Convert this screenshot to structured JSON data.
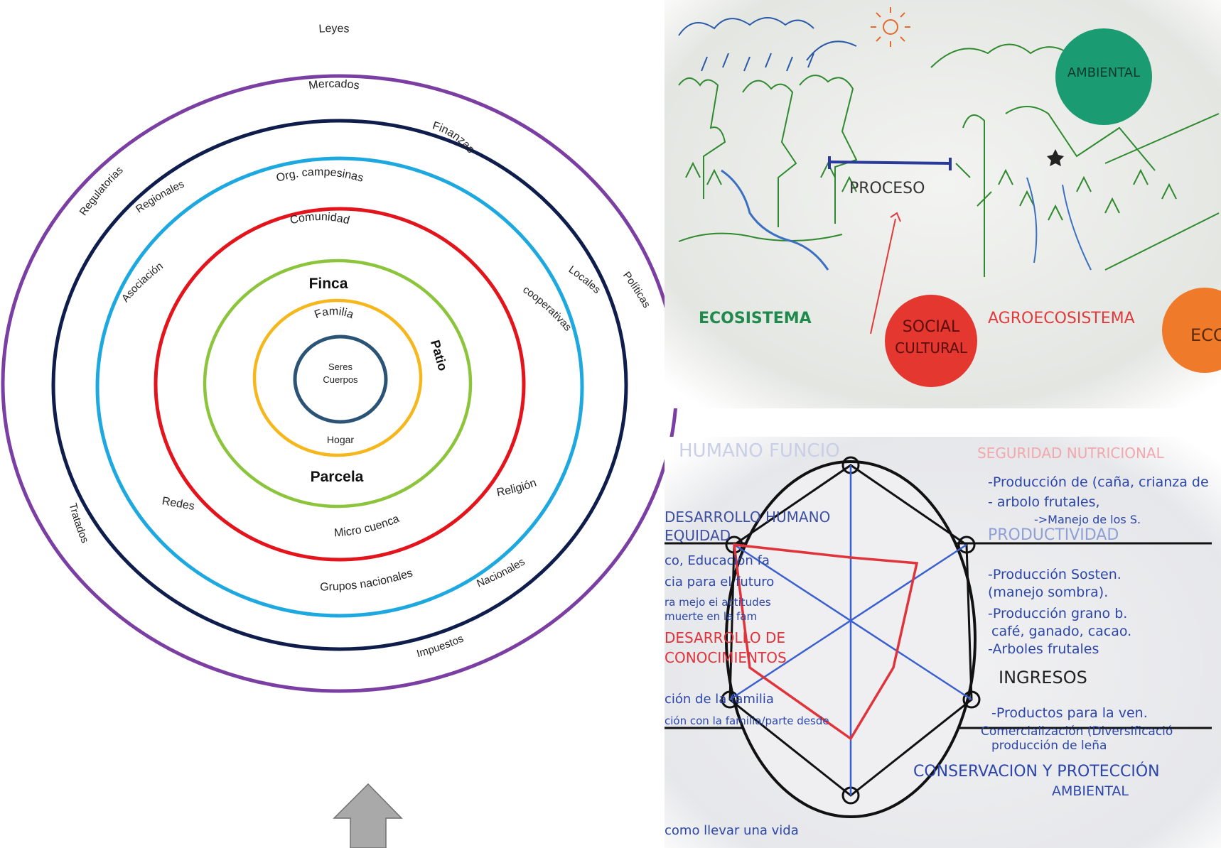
{
  "rings_diagram": {
    "center": [
      "Seres",
      "Cuerpos"
    ],
    "ring_labels": {
      "leyes": "Leyes",
      "mercados": "Mercados",
      "finanzas": "Finanzas",
      "regulatorias": "Regulatorias",
      "regionales": "Regionales",
      "org_campesinas": "Org. campesinas",
      "comunidad": "Comunidad",
      "asociacion": "Asociación",
      "locales": "Locales",
      "politicas": "Políticas",
      "cooperativas": "cooperativas",
      "finca": "Finca",
      "familia": "Familia",
      "patio": "Patio",
      "hogar": "Hogar",
      "parcela": "Parcela",
      "redes": "Redes",
      "religion": "Religión",
      "micro_cuenca": "Micro cuenca",
      "grupos_nacionales": "Grupos nacionales",
      "nacionales": "Nacionales",
      "tratados": "Tratados",
      "impuestos": "Impuestos"
    },
    "ring_colors": {
      "purple": "#7b3fa3",
      "navy": "#0e1d4c",
      "cyan": "#1ea8e0",
      "red": "#e3141b",
      "green": "#8cc43c",
      "yellow": "#f6b71c",
      "steel": "#2b5376"
    }
  },
  "photo_top": {
    "proceso": "PROCESO",
    "ecosistema": "ECOSISTEMA",
    "agroecosistema": "AGROECOSISTEMA",
    "ambiental": "AMBIENTAL",
    "social": "SOCIAL",
    "cultural": "CULTURAL",
    "economico": "ECON"
  },
  "photo_bottom": {
    "header_right": "SEGURIDAD NUTRICIONAL",
    "header_left": "HUMANO FUNCIO",
    "notes_right": [
      "-Producción de (caña, crianza de",
      "- arbolo frutales,",
      "->Manejo de los S.",
      "PRODUCTIVIDAD",
      "-Producción Sosten.",
      "(manejo sombra).",
      "-Producción grano b.",
      "café, ganado, cacao.",
      "-Arboles frutales",
      "INGRESOS",
      "-Productos para la ven.",
      "Comercialización (Diversificació",
      "producción de leña",
      "CONSERVACION Y PROTECCIÓN",
      "AMBIENTAL"
    ],
    "notes_left": [
      "DESARROLLO HUMANO",
      "EQUIDAD",
      "co, Educación fa",
      "cia para el futuro",
      "ra mejo ei actitudes",
      "muerte en la fam",
      "DESARROLLO DE",
      "CONOCIMIENTOS",
      "ción de la familia",
      "ción con la familia/parte desde",
      "como llevar una vida"
    ]
  }
}
